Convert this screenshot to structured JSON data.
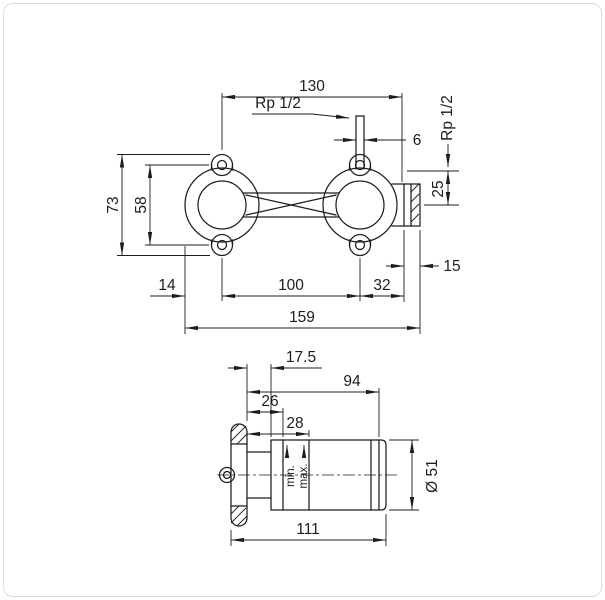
{
  "front_view": {
    "dims": {
      "d130": "130",
      "rp12_top": "Rp 1/2",
      "d6": "6",
      "rp12_right": "Rp 1/2",
      "d73": "73",
      "d58": "58",
      "d25": "25",
      "d15": "15",
      "d14": "14",
      "d100": "100",
      "d32": "32",
      "d159": "159"
    }
  },
  "side_view": {
    "dims": {
      "d17_5": "17.5",
      "d94": "94",
      "d26": "26",
      "d28": "28",
      "d51": "Ø 51",
      "d111": "111"
    },
    "labels": {
      "min": "min.",
      "max": "max."
    }
  }
}
